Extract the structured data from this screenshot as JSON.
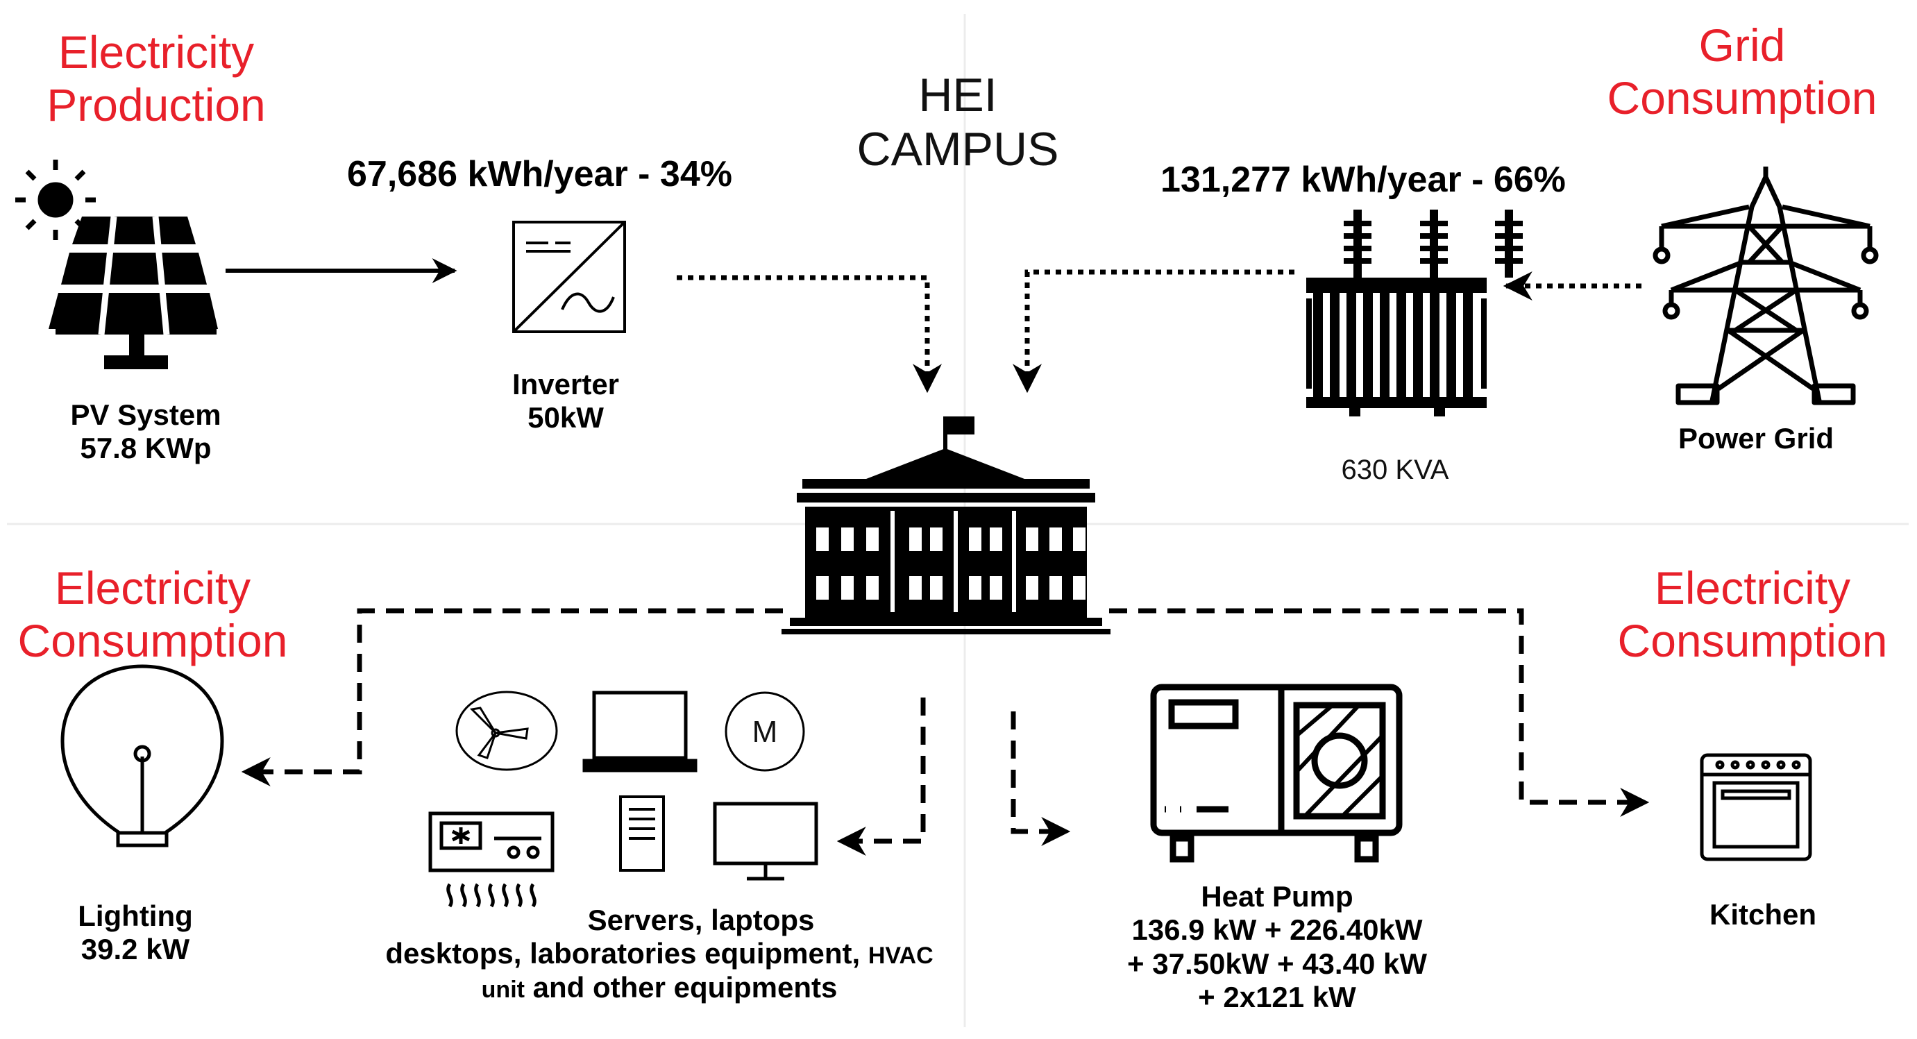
{
  "sections": {
    "production": [
      "Electricity",
      "Production"
    ],
    "grid": [
      "Grid",
      "Consumption"
    ],
    "consumption_left": [
      "Electricity",
      "Consumption"
    ],
    "consumption_right": [
      "Electricity",
      "Consumption"
    ]
  },
  "campus": [
    "HEI",
    "CAMPUS"
  ],
  "flows": {
    "pv_share": "67,686 kWh/year -  34%",
    "grid_share": "131,277 kWh/year - 66%"
  },
  "components": {
    "pv": {
      "name": "PV System",
      "rating": "57.8  KWp"
    },
    "inverter": {
      "name": "Inverter",
      "rating": "50kW"
    },
    "transformer": {
      "rating": "630 KVA"
    },
    "power_grid": {
      "name": "Power Grid"
    },
    "lighting": {
      "name": "Lighting",
      "rating": "39.2 kW"
    },
    "equipment": {
      "line1": "Servers, laptops",
      "line2a": "desktops, laboratories equipment,",
      "line2b": "HVAC",
      "line3a": "unit",
      "line3b": "and other equipments"
    },
    "heat_pump": {
      "name": "Heat Pump",
      "line1": "136.9 kW + 226.40kW",
      "line2": "+ 37.50kW + 43.40 kW",
      "line3": "+ 2x121 kW"
    },
    "kitchen": {
      "name": "Kitchen"
    },
    "motor_letter": "M"
  },
  "colors": {
    "section_title": "#e8202a",
    "ink": "#000000"
  }
}
